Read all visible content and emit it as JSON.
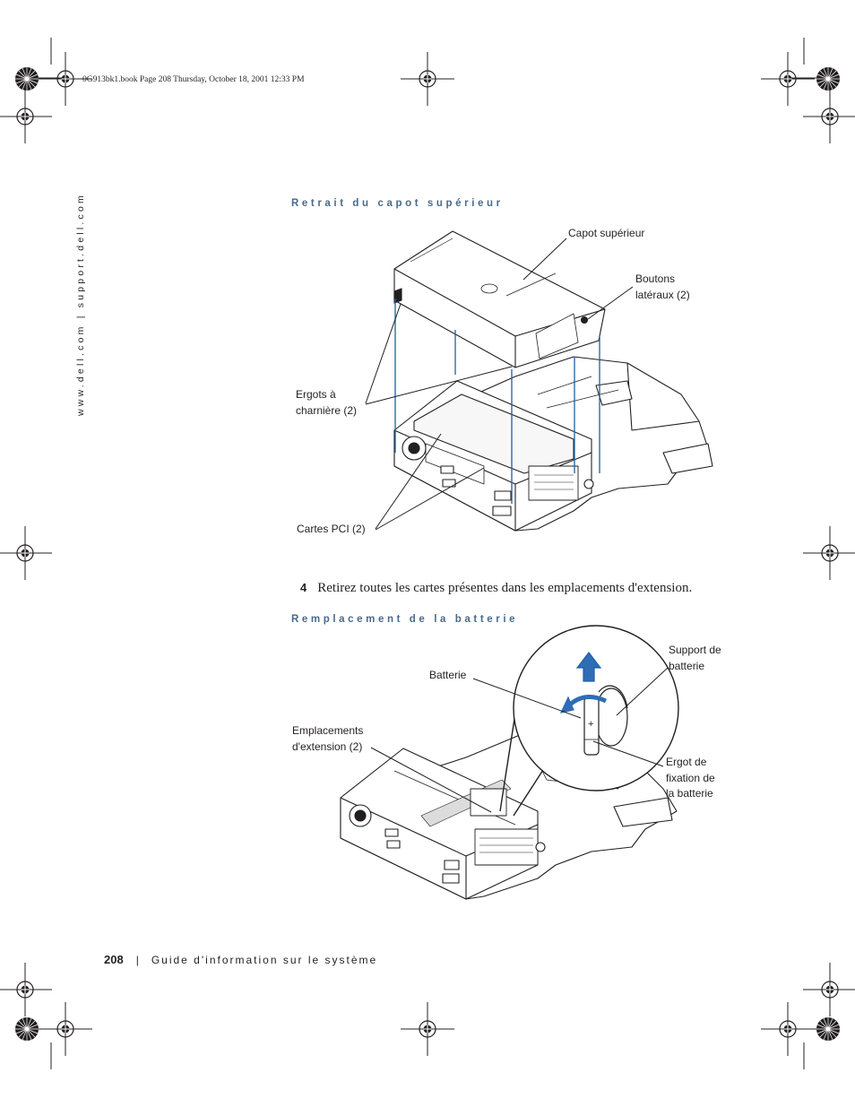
{
  "header": {
    "file_info": "0G913bk1.book  Page 208  Thursday, October 18, 2001  12:33 PM"
  },
  "sidebar": {
    "url": "www.dell.com | support.dell.com"
  },
  "section1": {
    "heading": "Retrait du capot supérieur",
    "labels": {
      "top_cover": "Capot supérieur",
      "side_buttons": [
        "Boutons",
        "latéraux (2)"
      ],
      "hinge_tabs": [
        "Ergots à",
        "charnière (2)"
      ],
      "pci_cards": "Cartes PCI (2)"
    }
  },
  "step": {
    "number": "4",
    "text": "Retirez toutes les cartes présentes dans les emplacements d'extension."
  },
  "section2": {
    "heading": "Remplacement de la batterie",
    "labels": {
      "battery": "Batterie",
      "battery_holder": [
        "Support de",
        "batterie"
      ],
      "expansion_slots": [
        "Emplacements",
        "d'extension (2)"
      ],
      "retention_tab": [
        "Ergot de",
        "fixation de",
        "la batterie"
      ]
    },
    "battery_mark": "+"
  },
  "footer": {
    "page_number": "208",
    "separator": "|",
    "title": "Guide d'information sur le système"
  },
  "colors": {
    "heading": "#4a6a8a",
    "leader_lines": "#1f5fa8",
    "arrow": "#2f6db5",
    "ink": "#231f20"
  }
}
